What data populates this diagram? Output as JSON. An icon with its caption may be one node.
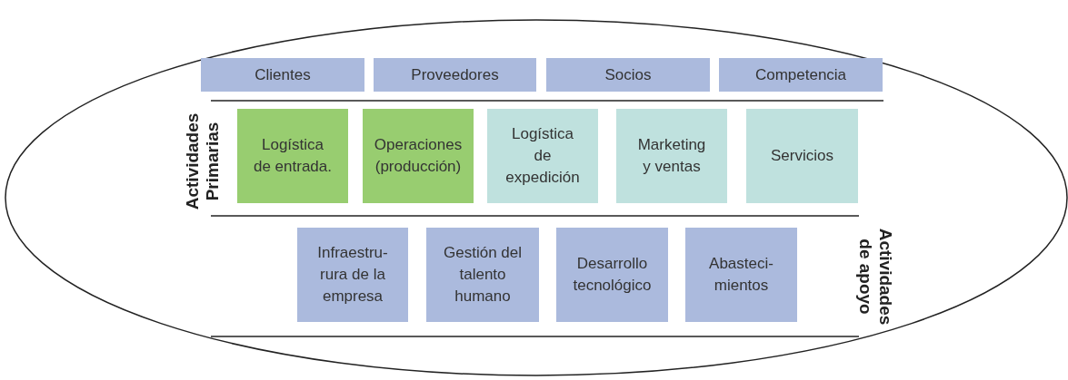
{
  "diagram": {
    "nodes": [
      {
        "text": [
          "Clientes"
        ]
      },
      {
        "text": [
          "Proveedores"
        ]
      },
      {
        "text": [
          "Socios"
        ]
      },
      {
        "text": [
          "Competencia"
        ]
      },
      {
        "text": [
          "Logística de entrada."
        ]
      },
      {
        "text": [
          "Operaciones (producción)"
        ]
      },
      {
        "text": [
          "Logística de expedición"
        ]
      },
      {
        "text": [
          "Marketing y ventas"
        ]
      },
      {
        "text": [
          "Servicios"
        ]
      },
      {
        "text": [
          "Infraestru- rura de la empresa"
        ]
      },
      {
        "text": [
          "Gestión del talento humano"
        ]
      },
      {
        "text": [
          "Desarrollo tecnológico"
        ]
      },
      {
        "text": [
          "Abasteci- mientos"
        ]
      }
    ],
    "labels": [
      "Actividades Primarias",
      "Actividades de apoyo"
    ]
  }
}
